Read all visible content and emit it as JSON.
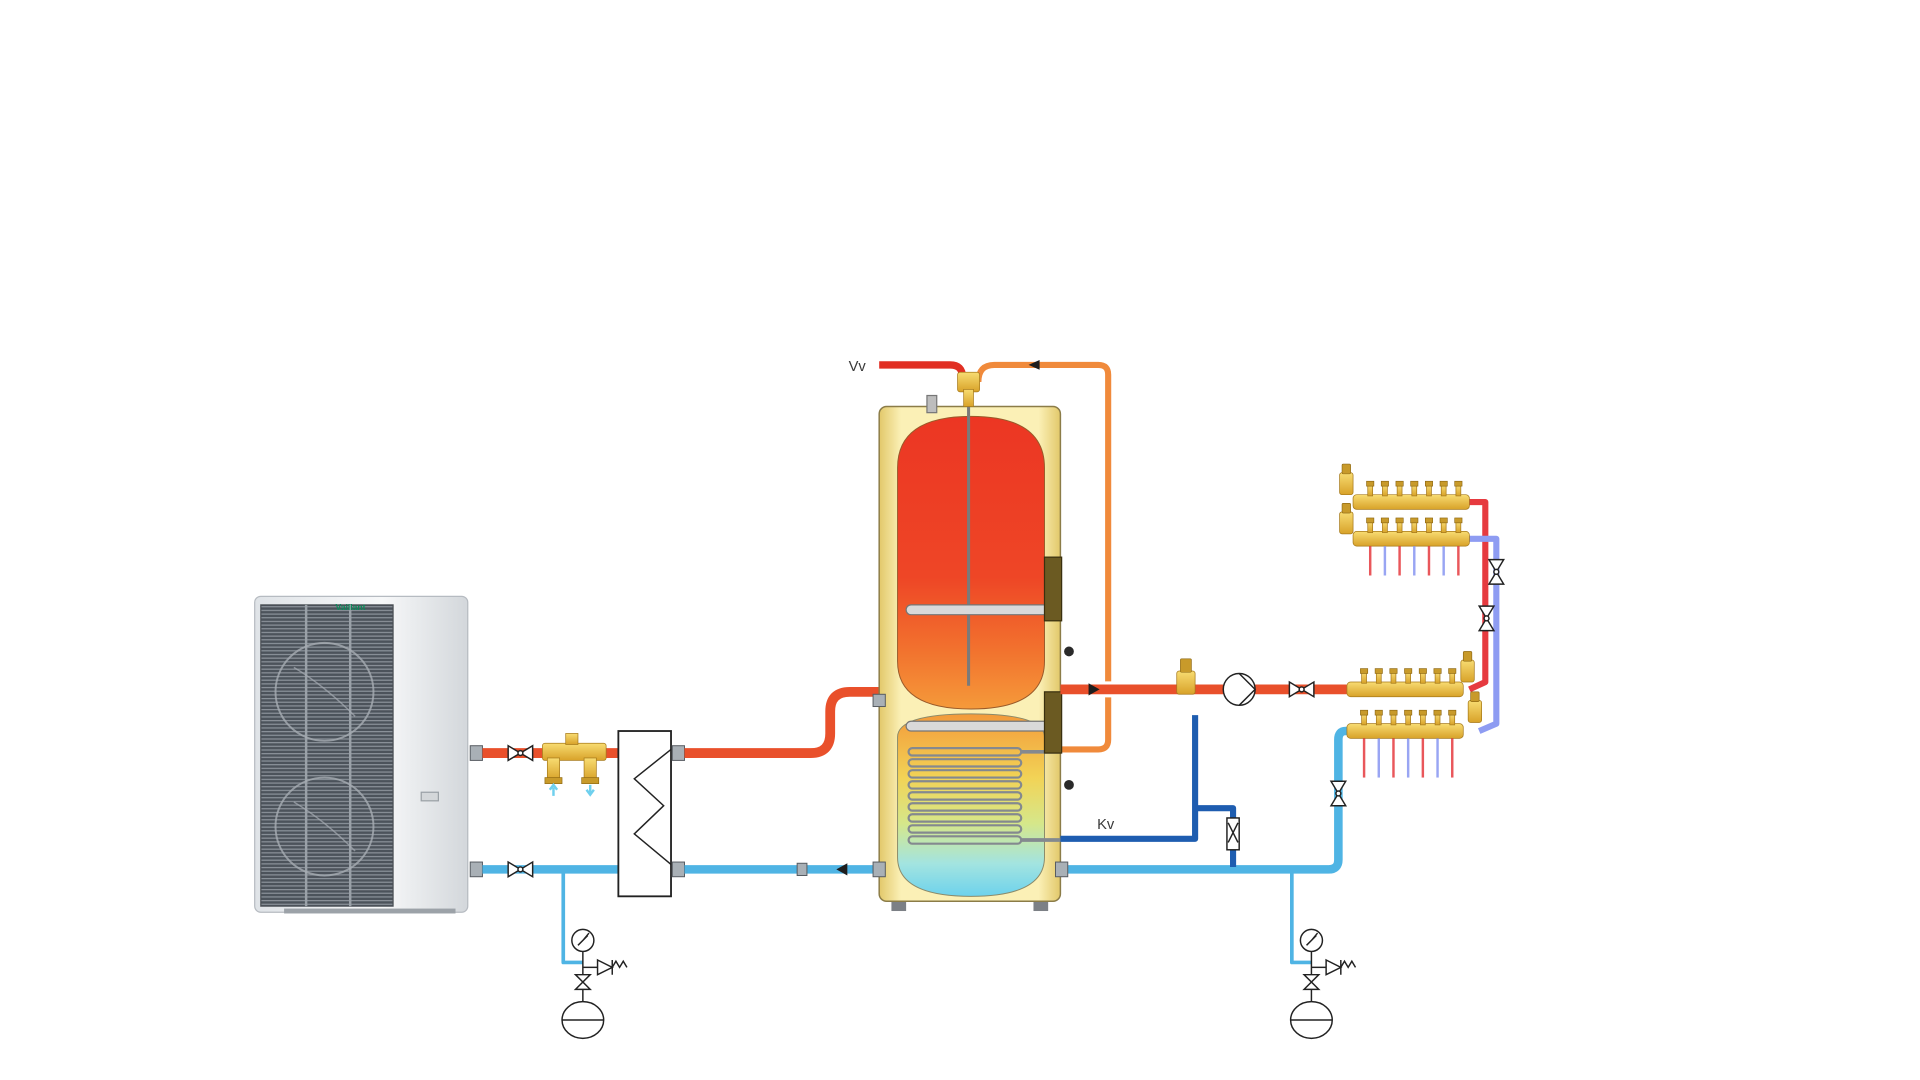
{
  "diagram": {
    "labels": {
      "hot_water_outlet": "Vv",
      "cold_water_inlet": "Kv"
    },
    "heat_pump": {
      "logo_text": "Vaillant"
    },
    "colors": {
      "hot_pipe": "#e9502b",
      "cold_pipe": "#4fb4e4",
      "cold_water_pipe": "#1e5db0",
      "circulation_pipe": "#f08a3b",
      "hot_water_pipe": "#e12f23",
      "supply_red": "#e63a3f",
      "return_blue": "#8e9cf2",
      "brass": "#e6b93a"
    },
    "icons": [
      "heat-pump-icon",
      "valve-icon",
      "mixing-valve-icon",
      "heat-exchanger-icon",
      "storage-tank-icon",
      "pump-icon",
      "air-vent-icon",
      "pressure-gauge-icon",
      "safety-valve-icon",
      "expansion-vessel-icon",
      "manifold-icon",
      "check-valve-icon"
    ]
  }
}
